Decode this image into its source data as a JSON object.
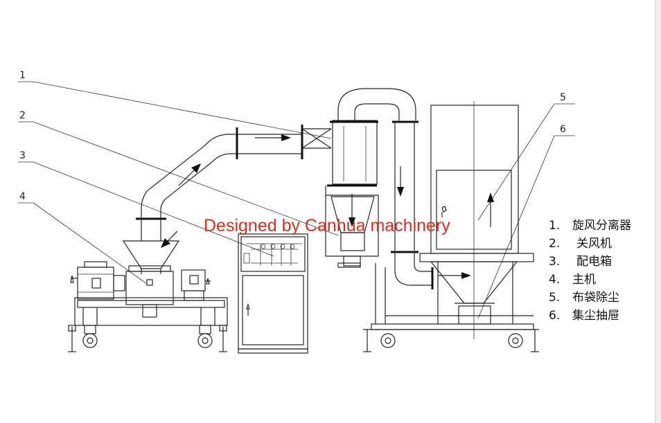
{
  "watermark": "Designed by Canhua machinery",
  "callouts": [
    "1",
    "2",
    "3",
    "4",
    "5",
    "6"
  ],
  "legend": [
    {
      "num": "1.",
      "label": "旋风分离器"
    },
    {
      "num": "2.",
      "label": "关风机"
    },
    {
      "num": "3.",
      "label": "配电箱"
    },
    {
      "num": "4.",
      "label": "主机"
    },
    {
      "num": "5.",
      "label": "布袋除尘"
    },
    {
      "num": "6.",
      "label": "集尘抽屉"
    }
  ],
  "colors": {
    "line": "#222222",
    "watermark": "#e02b1a"
  }
}
